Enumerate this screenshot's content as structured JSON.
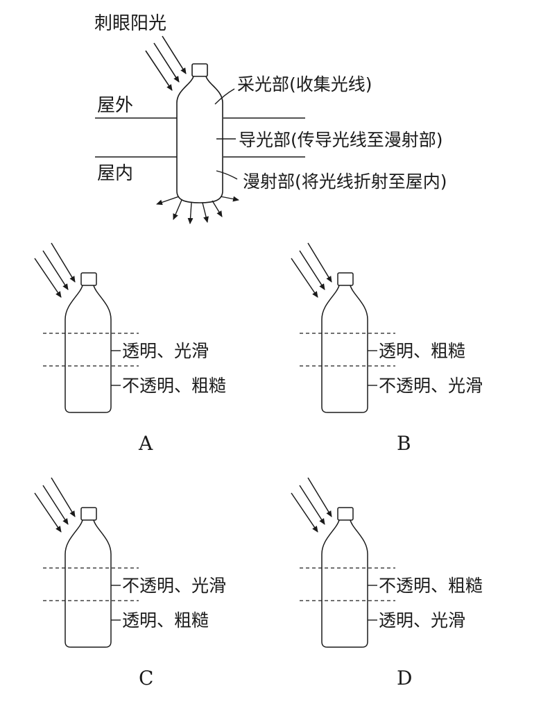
{
  "main_diagram": {
    "sunlight_label": "刺眼阳光",
    "outdoor_label": "屋外",
    "indoor_label": "屋内",
    "collector_label": "采光部(收集光线)",
    "guide_label": "导光部(传导光线至漫射部)",
    "diffuser_label": "漫射部(将光线折射至屋内)"
  },
  "options": [
    {
      "letter": "A",
      "upper": "透明、光滑",
      "lower": "不透明、粗糙"
    },
    {
      "letter": "B",
      "upper": "透明、粗糙",
      "lower": "不透明、光滑"
    },
    {
      "letter": "C",
      "upper": "不透明、光滑",
      "lower": "透明、粗糙"
    },
    {
      "letter": "D",
      "upper": "不透明、粗糙",
      "lower": "透明、光滑"
    }
  ]
}
